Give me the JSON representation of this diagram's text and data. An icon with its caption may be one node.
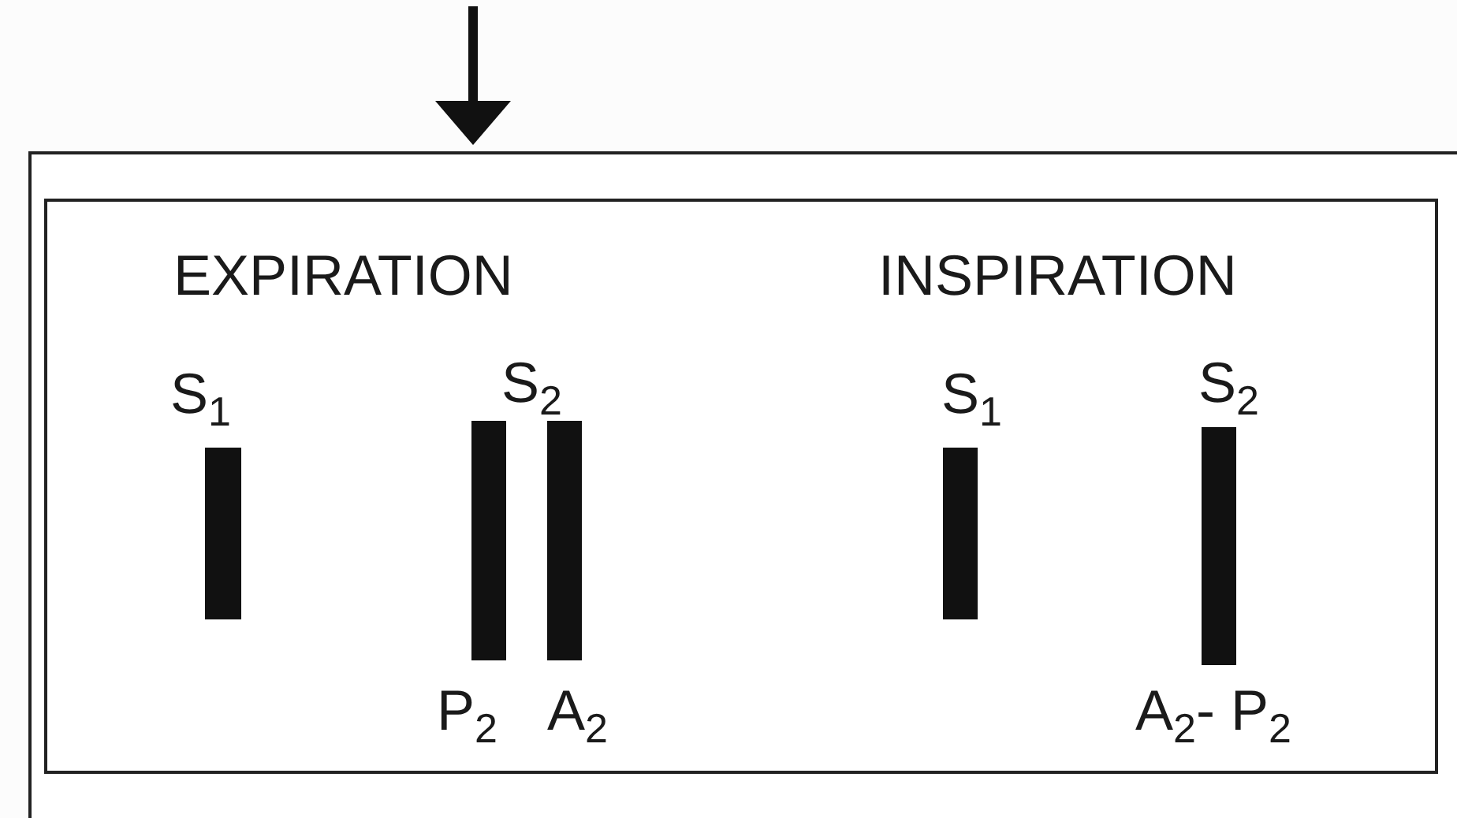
{
  "diagram": {
    "labels": [
      "EXPIRATION",
      "INSPIRATION",
      "S$_{1}$",
      "S$_{2}$",
      "S$_{1}$",
      "S$_{2}$",
      "P$_{2}$",
      "A$_{2}$",
      "A$_{2}$- P$_{2}$"
    ]
  }
}
